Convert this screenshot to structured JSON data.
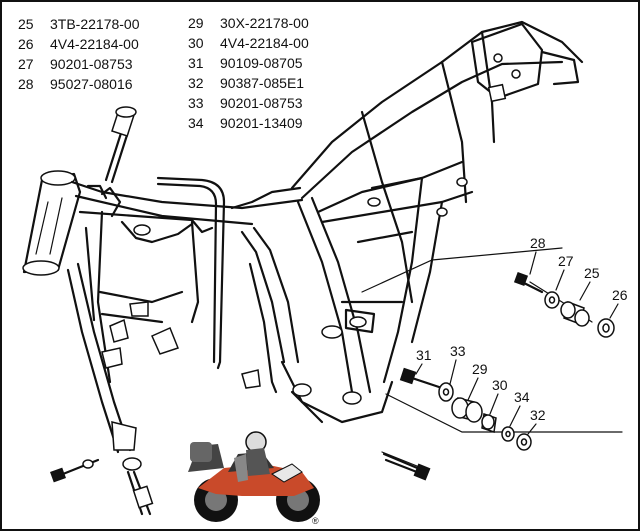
{
  "parts_left": [
    {
      "num": "25",
      "code": "3TB-22178-00"
    },
    {
      "num": "26",
      "code": "4V4-22184-00"
    },
    {
      "num": "27",
      "code": "90201-08753"
    },
    {
      "num": "28",
      "code": "95027-08016"
    }
  ],
  "parts_right": [
    {
      "num": "29",
      "code": "30X-22178-00"
    },
    {
      "num": "30",
      "code": "4V4-22184-00"
    },
    {
      "num": "31",
      "code": "90109-08705"
    },
    {
      "num": "32",
      "code": "90387-085E1"
    },
    {
      "num": "33",
      "code": "90201-08753"
    },
    {
      "num": "34",
      "code": "90201-13409"
    }
  ],
  "callouts": {
    "c28": "28",
    "c27": "27",
    "c25": "25",
    "c26": "26",
    "c31": "31",
    "c33": "33",
    "c29": "29",
    "c30": "30",
    "c34": "34",
    "c32": "32"
  },
  "logo_mark": "®"
}
